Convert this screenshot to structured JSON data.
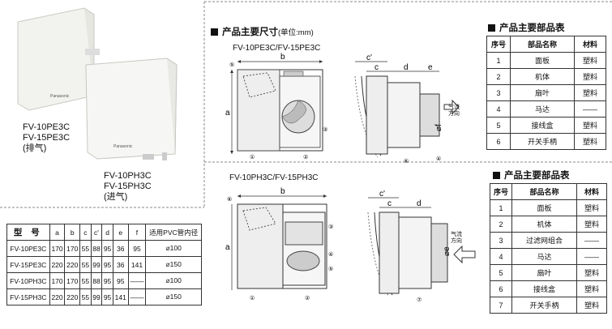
{
  "products": {
    "exhaust_label": "FV-10PE3C\nFV-15PE3C\n(排气)",
    "intake_label": "FV-10PH3C\nFV-15PH3C\n(进气)",
    "brand": "Panasonic"
  },
  "dimensions": {
    "title": "产品主要尺寸",
    "unit": "(单位:mm)",
    "model_top": "FV-10PE3C/FV-15PE3C",
    "model_bottom": "FV-10PH3C/FV-15PH3C",
    "airflow_label_line1": "气流",
    "airflow_label_line2": "方向"
  },
  "spec_table": {
    "headers": [
      "型  号",
      "a",
      "b",
      "c",
      "c'",
      "d",
      "e",
      "f",
      "适用PVC管内径"
    ],
    "rows": [
      [
        "FV-10PE3C",
        "170",
        "170",
        "55",
        "88",
        "95",
        "36",
        "95",
        "⌀100"
      ],
      [
        "FV-15PE3C",
        "220",
        "220",
        "55",
        "99",
        "95",
        "36",
        "141",
        "⌀150"
      ],
      [
        "FV-10PH3C",
        "170",
        "170",
        "55",
        "88",
        "95",
        "95",
        "——",
        "⌀100"
      ],
      [
        "FV-15PH3C",
        "220",
        "220",
        "55",
        "99",
        "95",
        "141",
        "——",
        "⌀150"
      ]
    ]
  },
  "parts_top": {
    "title": "产品主要部品表",
    "headers": [
      "序号",
      "部品名称",
      "材料"
    ],
    "rows": [
      [
        "1",
        "面板",
        "塑料"
      ],
      [
        "2",
        "机体",
        "塑料"
      ],
      [
        "3",
        "扇叶",
        "塑料"
      ],
      [
        "4",
        "马达",
        "——"
      ],
      [
        "5",
        "接线盒",
        "塑料"
      ],
      [
        "6",
        "开关手柄",
        "塑料"
      ]
    ]
  },
  "parts_bottom": {
    "title": "产品主要部品表",
    "headers": [
      "序号",
      "部品名称",
      "材料"
    ],
    "rows": [
      [
        "1",
        "面板",
        "塑料"
      ],
      [
        "2",
        "机体",
        "塑料"
      ],
      [
        "3",
        "过滤网组合",
        "——"
      ],
      [
        "4",
        "马达",
        "——"
      ],
      [
        "5",
        "扇叶",
        "塑料"
      ],
      [
        "6",
        "接线盒",
        "塑料"
      ],
      [
        "7",
        "开关手柄",
        "塑料"
      ]
    ]
  },
  "dim_labels": {
    "a": "a",
    "b": "b",
    "c": "c",
    "c_prime": "c'",
    "d": "d",
    "e": "e",
    "phi_f": "⌀f",
    "phi_e": "⌀e"
  },
  "callouts": [
    "①",
    "②",
    "③",
    "④",
    "⑤",
    "⑥",
    "⑦"
  ]
}
